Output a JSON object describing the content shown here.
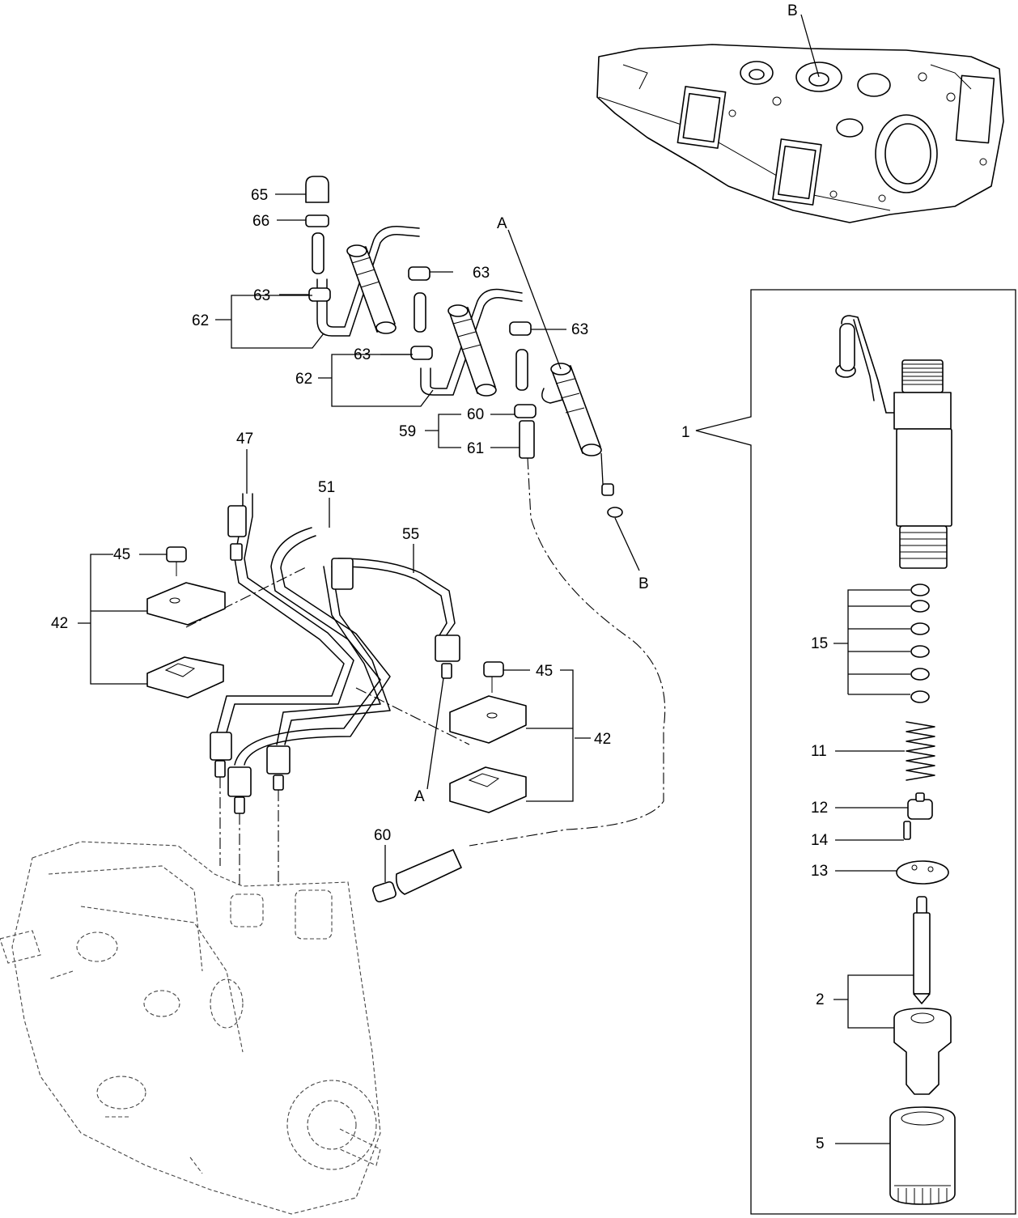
{
  "diagram": {
    "callouts": {
      "c65": "65",
      "c66": "66",
      "c63a": "63",
      "c63b": "63",
      "c63c": "63",
      "c63d": "63",
      "c62a": "62",
      "c62b": "62",
      "c60a": "60",
      "c61": "61",
      "c59": "59",
      "c47": "47",
      "c51": "51",
      "c55": "55",
      "c45a": "45",
      "c42a": "42",
      "c45b": "45",
      "c42b": "42",
      "c60b": "60",
      "c1": "1",
      "c15": "15",
      "c11": "11",
      "c12": "12",
      "c14": "14",
      "c13": "13",
      "c2": "2",
      "c5": "5"
    },
    "references": {
      "a_top": "A",
      "a_bottom": "A",
      "b_top": "B",
      "b_bottom": "B"
    }
  }
}
